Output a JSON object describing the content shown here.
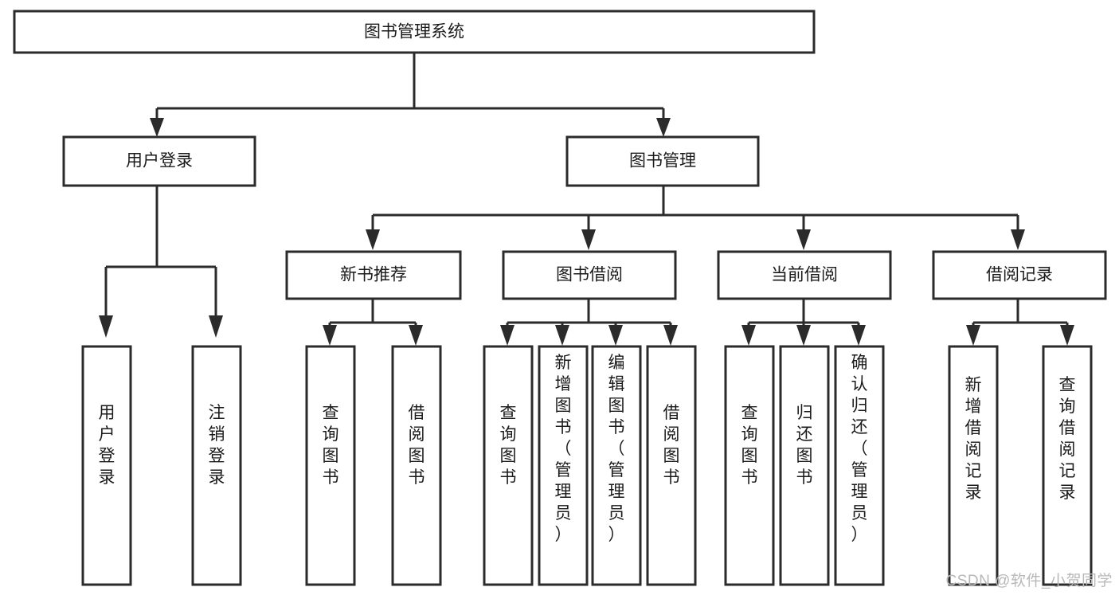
{
  "diagram": {
    "title": "图书管理系统",
    "type": "tree-hierarchy-chart",
    "root": {
      "id": "root",
      "label": "图书管理系统"
    },
    "level1": [
      {
        "id": "user-login",
        "label": "用户登录"
      },
      {
        "id": "book-manage",
        "label": "图书管理"
      }
    ],
    "level2": [
      {
        "id": "new-book-recommend",
        "label": "新书推荐",
        "parent": "book-manage"
      },
      {
        "id": "book-borrow",
        "label": "图书借阅",
        "parent": "book-manage"
      },
      {
        "id": "current-borrow",
        "label": "当前借阅",
        "parent": "book-manage"
      },
      {
        "id": "borrow-record",
        "label": "借阅记录",
        "parent": "book-manage"
      }
    ],
    "leaves": [
      {
        "id": "leaf-user-login",
        "label": "用户登录",
        "parent": "user-login"
      },
      {
        "id": "leaf-user-logout",
        "label": "注销登录",
        "parent": "user-login"
      },
      {
        "id": "leaf-query-book-1",
        "label": "查询图书",
        "parent": "new-book-recommend"
      },
      {
        "id": "leaf-borrow-book-1",
        "label": "借阅图书",
        "parent": "new-book-recommend"
      },
      {
        "id": "leaf-query-book-2",
        "label": "查询图书",
        "parent": "book-borrow"
      },
      {
        "id": "leaf-add-book",
        "label": "新增图书（管理员）",
        "parent": "book-borrow"
      },
      {
        "id": "leaf-edit-book",
        "label": "编辑图书（管理员）",
        "parent": "book-borrow"
      },
      {
        "id": "leaf-borrow-book-2",
        "label": "借阅图书",
        "parent": "book-borrow"
      },
      {
        "id": "leaf-query-book-3",
        "label": "查询图书",
        "parent": "current-borrow"
      },
      {
        "id": "leaf-return-book",
        "label": "归还图书",
        "parent": "current-borrow"
      },
      {
        "id": "leaf-confirm-return",
        "label": "确认归还（管理员）",
        "parent": "current-borrow"
      },
      {
        "id": "leaf-add-record",
        "label": "新增借阅记录",
        "parent": "borrow-record"
      },
      {
        "id": "leaf-query-record",
        "label": "查询借阅记录",
        "parent": "borrow-record"
      }
    ]
  },
  "watermark": {
    "text": "CSDN @软件_小贺同学"
  },
  "colors": {
    "stroke": "#2b2b2b",
    "fill": "#ffffff",
    "text": "#1a1a1a",
    "watermark": "#b8b8b8"
  }
}
